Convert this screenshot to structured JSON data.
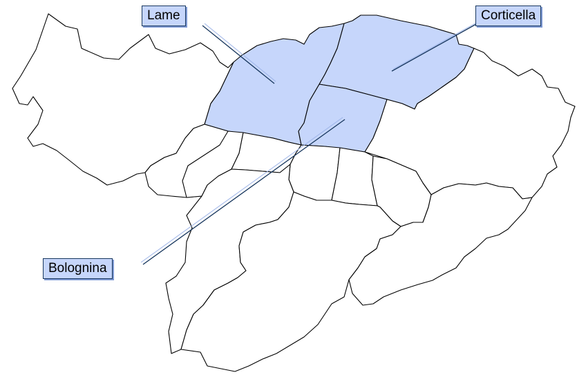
{
  "colors": {
    "highlight_fill": "#c6d6fb",
    "district_fill": "#ffffff",
    "border": "#000000",
    "leader_line": "#17365d"
  },
  "labels": {
    "lame": "Lame",
    "corticella": "Corticella",
    "bolognina": "Bolognina"
  }
}
